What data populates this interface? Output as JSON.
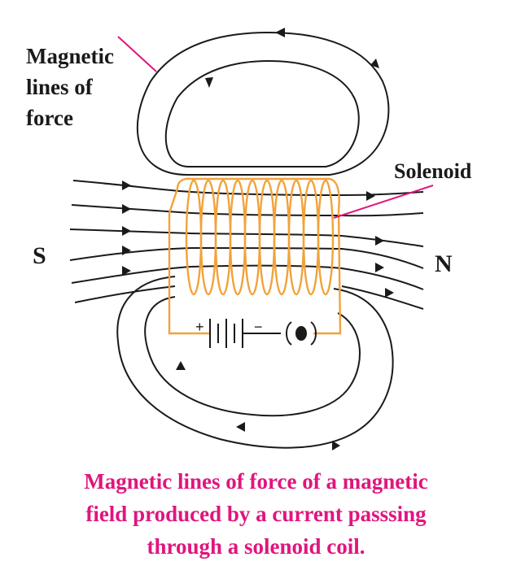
{
  "labels": {
    "magnetic_lines": [
      "Magnetic",
      "lines of",
      "force"
    ],
    "solenoid": "Solenoid",
    "south": "S",
    "north": "N",
    "battery_plus": "+",
    "battery_minus": "−"
  },
  "caption": [
    "Magnetic lines of force of a magnetic",
    "field produced by a current passsing",
    "through a solenoid coil."
  ],
  "colors": {
    "field_lines": "#1a1a1a",
    "coil": "#f2a23a",
    "pointer": "#e0157e",
    "caption": "#e0157e"
  },
  "icons": {
    "battery": "battery-cells-icon",
    "key": "plug-key-icon"
  }
}
